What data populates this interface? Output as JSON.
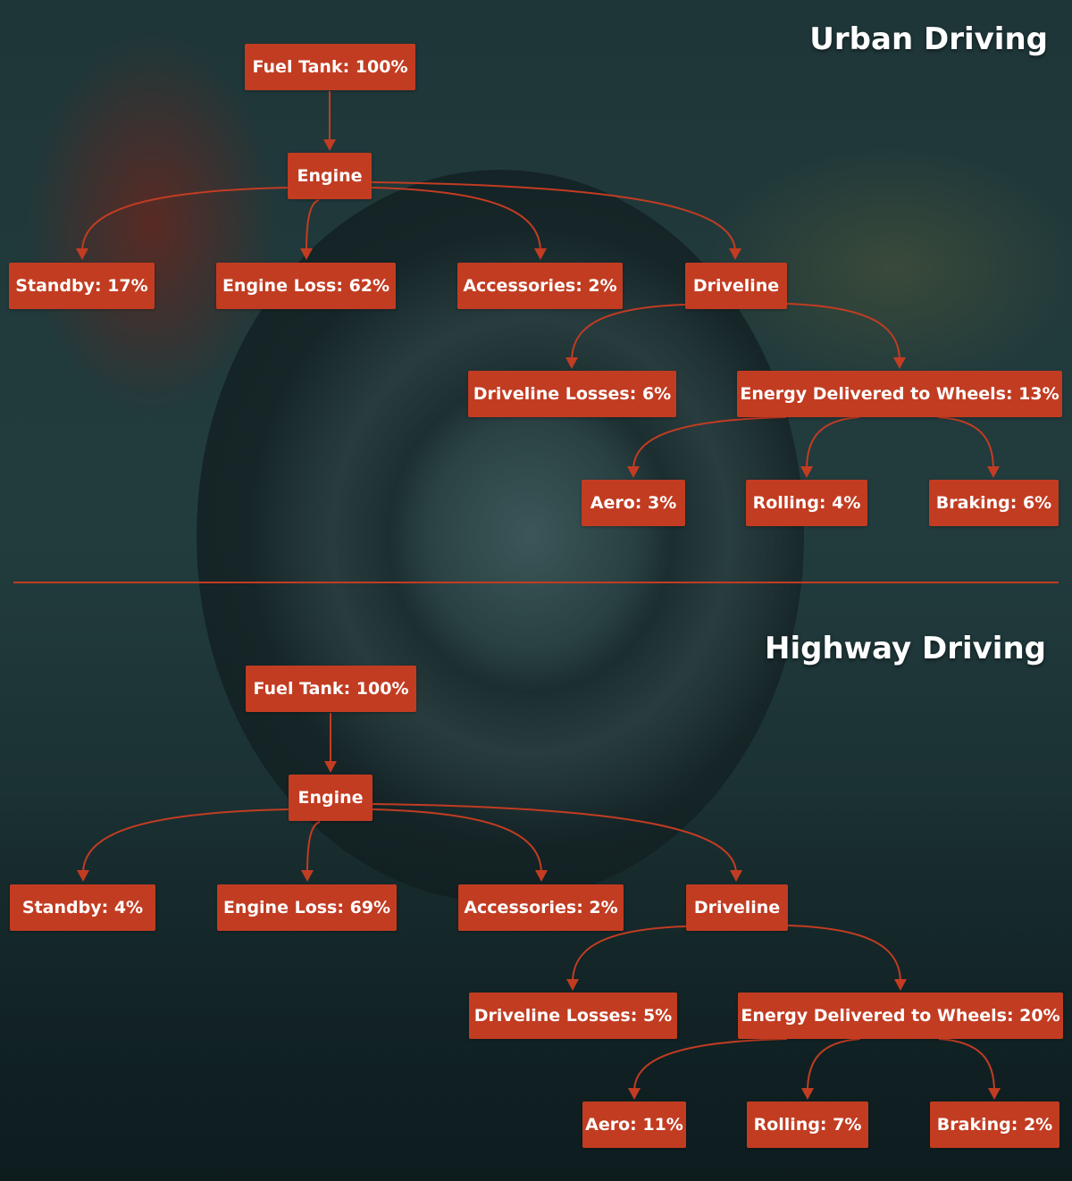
{
  "colors": {
    "box": "#c23c22",
    "arrow": "#c23c22",
    "text": "#ffffff"
  },
  "sections": [
    {
      "title": "Urban Driving",
      "nodes": {
        "fuel": "Fuel Tank: 100%",
        "engine": "Engine",
        "standby": "Standby: 17%",
        "engine_loss": "Engine Loss: 62%",
        "accessories": "Accessories: 2%",
        "driveline": "Driveline",
        "driveline_losses": "Driveline Losses: 6%",
        "wheels": "Energy Delivered to Wheels: 13%",
        "aero": "Aero: 3%",
        "rolling": "Rolling: 4%",
        "braking": "Braking: 6%"
      }
    },
    {
      "title": "Highway Driving",
      "nodes": {
        "fuel": "Fuel Tank: 100%",
        "engine": "Engine",
        "standby": "Standby: 4%",
        "engine_loss": "Engine Loss: 69%",
        "accessories": "Accessories: 2%",
        "driveline": "Driveline",
        "driveline_losses": "Driveline Losses: 5%",
        "wheels": "Energy Delivered to Wheels: 20%",
        "aero": "Aero: 11%",
        "rolling": "Rolling: 7%",
        "braking": "Braking: 2%"
      }
    }
  ],
  "edges": [
    [
      "fuel",
      "engine"
    ],
    [
      "engine",
      "standby"
    ],
    [
      "engine",
      "engine_loss"
    ],
    [
      "engine",
      "accessories"
    ],
    [
      "engine",
      "driveline"
    ],
    [
      "driveline",
      "driveline_losses"
    ],
    [
      "driveline",
      "wheels"
    ],
    [
      "wheels",
      "aero"
    ],
    [
      "wheels",
      "rolling"
    ],
    [
      "wheels",
      "braking"
    ]
  ]
}
